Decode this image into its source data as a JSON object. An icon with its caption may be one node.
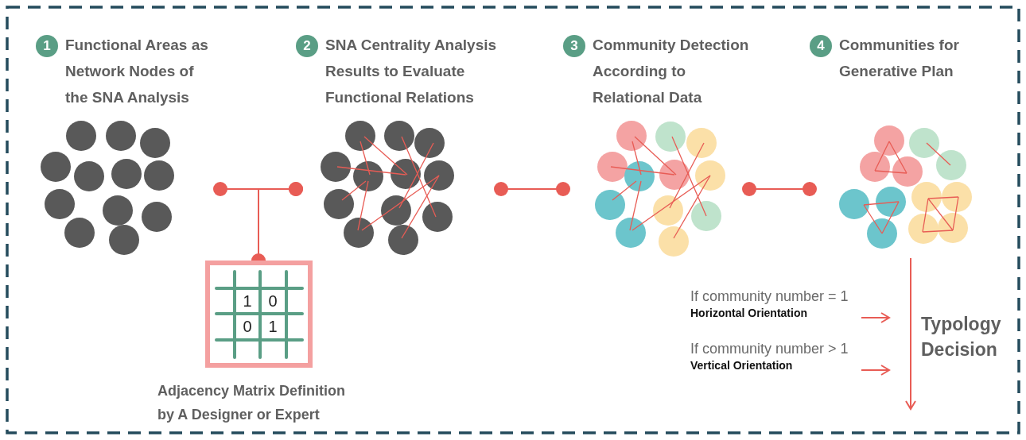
{
  "diagram": {
    "nodes": [
      {
        "text": [
          "1",
          "Functional Areas as Network Nodes of the SNA Analysis"
        ]
      },
      {
        "text": [
          "2",
          "SNA Centrality Analysis Results to Evaluate Functional Relations"
        ]
      },
      {
        "text": [
          "3",
          "Community Detection According to Relational Data"
        ]
      },
      {
        "text": [
          "4",
          "Communities for Generative Plan"
        ]
      },
      {
        "text": [
          "1",
          "0",
          "0",
          "1"
        ],
        "beside": [
          "Adjacency Matrix Definition by A Designer or Expert"
        ]
      },
      {
        "text": [
          "If community number = 1",
          "Horizontal Orientation"
        ]
      },
      {
        "text": [
          "If community number > 1",
          "Vertical Orientation"
        ]
      }
    ],
    "edges": [
      {
        "from": 0,
        "to": 1,
        "arrow": "other"
      },
      {
        "from": 4,
        "to": 1,
        "arrow": "other"
      },
      {
        "from": 1,
        "to": 2,
        "arrow": "other"
      },
      {
        "from": 2,
        "to": 3,
        "arrow": "other"
      },
      {
        "from": 3,
        "to": null,
        "arrow": "to"
      },
      {
        "from": 5,
        "to": null,
        "arrow": "to"
      },
      {
        "from": 6,
        "to": null,
        "arrow": "to"
      }
    ],
    "labels": [
      "Typology Decision"
    ]
  }
}
